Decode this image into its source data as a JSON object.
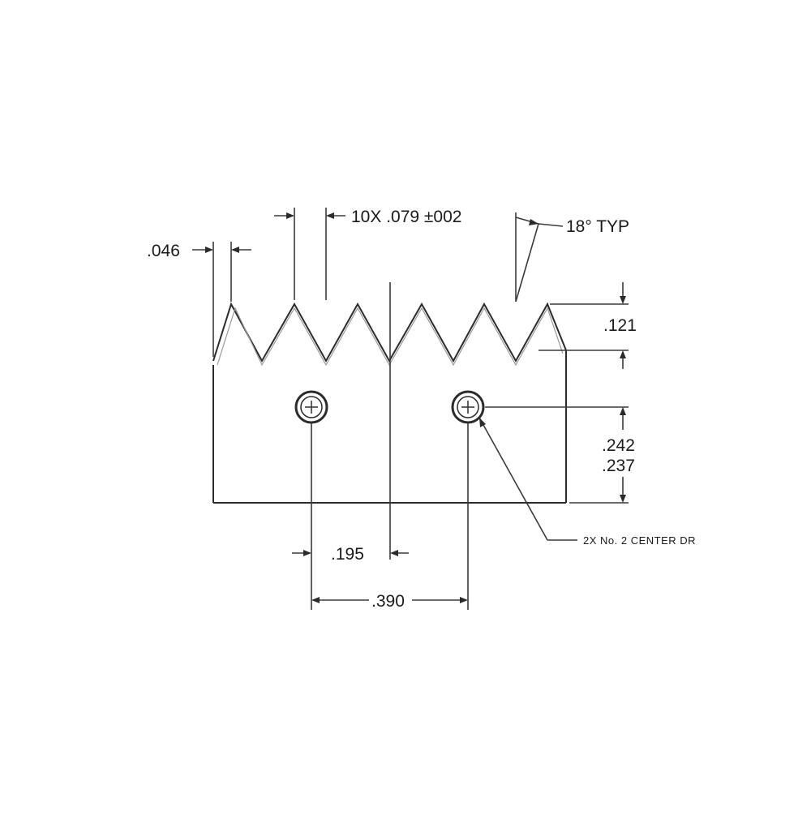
{
  "drawing": {
    "pitch_dimension": "10X .079 ±002",
    "angle_dimension": "18° TYP",
    "tip_width": ".046",
    "tooth_height": ".121",
    "hole_height_max": ".242",
    "hole_height_min": ".237",
    "half_spacing": ".195",
    "hole_spacing": ".390",
    "hole_note": "2X No. 2 CENTER DR"
  },
  "colors": {
    "line": "#2b2b2b",
    "paper": "#ffffff"
  }
}
